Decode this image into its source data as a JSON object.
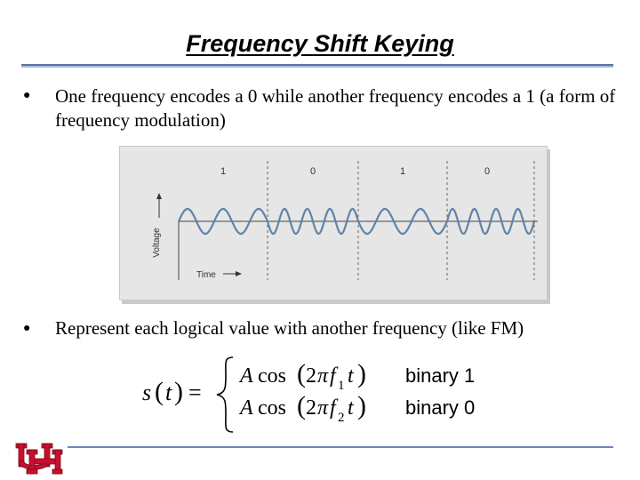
{
  "slide": {
    "title": "Frequency Shift Keying",
    "bullet_marker": "●",
    "bullets": [
      "One frequency encodes a 0 while another frequency encodes a 1 (a form of frequency modulation)",
      "Represent each logical value with another frequency (like FM)"
    ]
  },
  "figure": {
    "bit_labels": [
      "1",
      "0",
      "1",
      "0"
    ],
    "y_axis_label": "Voltage",
    "x_axis_label": "Time"
  },
  "formula": {
    "lhs_s": "s",
    "lhs_t": "t",
    "case1": {
      "A": "A",
      "cos": "cos",
      "two": "2",
      "pi": "π",
      "f": "f",
      "sub": "1",
      "t": "t",
      "label": "binary 1"
    },
    "case2": {
      "A": "A",
      "cos": "cos",
      "two": "2",
      "pi": "π",
      "f": "f",
      "sub": "2",
      "t": "t",
      "label": "binary 0"
    }
  },
  "colors": {
    "title_rule": "#5a74a8",
    "wave": "#5f84ab",
    "figure_bg": "#e6e6e6",
    "logo_red": "#c8102e"
  }
}
